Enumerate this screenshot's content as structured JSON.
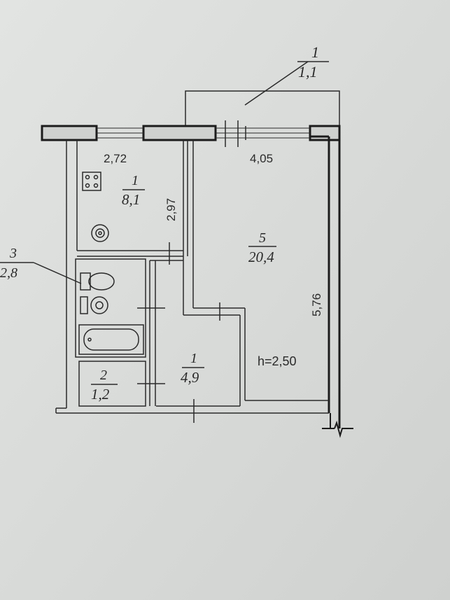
{
  "balcony": {
    "number": "1",
    "area": "1,1"
  },
  "kitchen": {
    "number": "1",
    "area": "8,1",
    "width": "2,72",
    "depth": "2,97"
  },
  "room": {
    "number": "5",
    "area": "20,4",
    "width": "4,05",
    "depth": "5,76",
    "height": "h=2,50"
  },
  "bathroom": {
    "number": "3",
    "area": "2,8"
  },
  "hall": {
    "number": "1",
    "area": "4,9"
  },
  "closet": {
    "number": "2",
    "area": "1,2"
  },
  "colors": {
    "background": "#d9dbd9",
    "ink": "#2a2a2a",
    "wall": "#1c1c1c"
  }
}
